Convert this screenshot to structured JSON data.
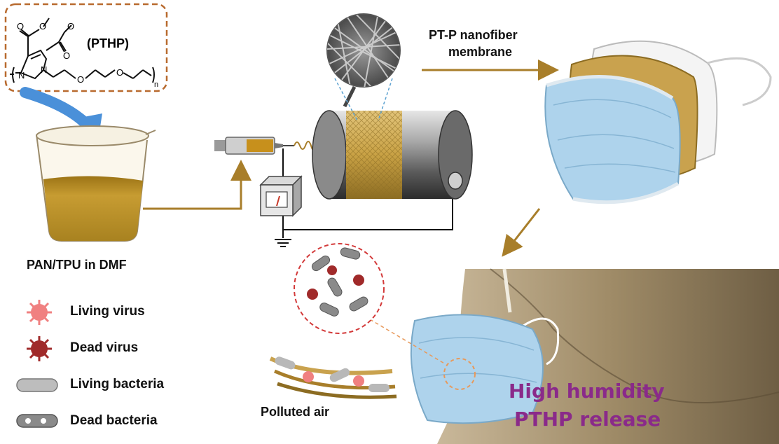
{
  "chem": {
    "compound_label": "(PTHP)",
    "atoms": {
      "n1": "N",
      "n2": "N",
      "o1": "O",
      "o2": "O",
      "o3": "O",
      "o4": "O",
      "o5": "O",
      "o6": "O",
      "n_sub": "n"
    }
  },
  "labels": {
    "membrane_line1": "PT-P nanofiber",
    "membrane_line2": "membrane",
    "solution": "PAN/TPU in DMF",
    "polluted_air": "Polluted air",
    "release_line1": "High humidity",
    "release_line2": "PTHP release"
  },
  "legend": [
    {
      "label": "Living virus",
      "icon": "living-virus-icon"
    },
    {
      "label": "Dead virus",
      "icon": "dead-virus-icon"
    },
    {
      "label": "Living bacteria",
      "icon": "living-bacteria-icon"
    },
    {
      "label": "Dead bacteria",
      "icon": "dead-bacteria-icon"
    }
  ],
  "colors": {
    "arrow_gold": "#a87e2a",
    "box_orange": "#b86a2e",
    "flow_blue": "#4a90d9",
    "solution": "#b28a20",
    "mask_blue": "#aed3ec",
    "living_virus": "#f08080",
    "dead_virus": "#a02a2a",
    "release_text": "#8a2a8a",
    "skin": "#9e8a66"
  }
}
